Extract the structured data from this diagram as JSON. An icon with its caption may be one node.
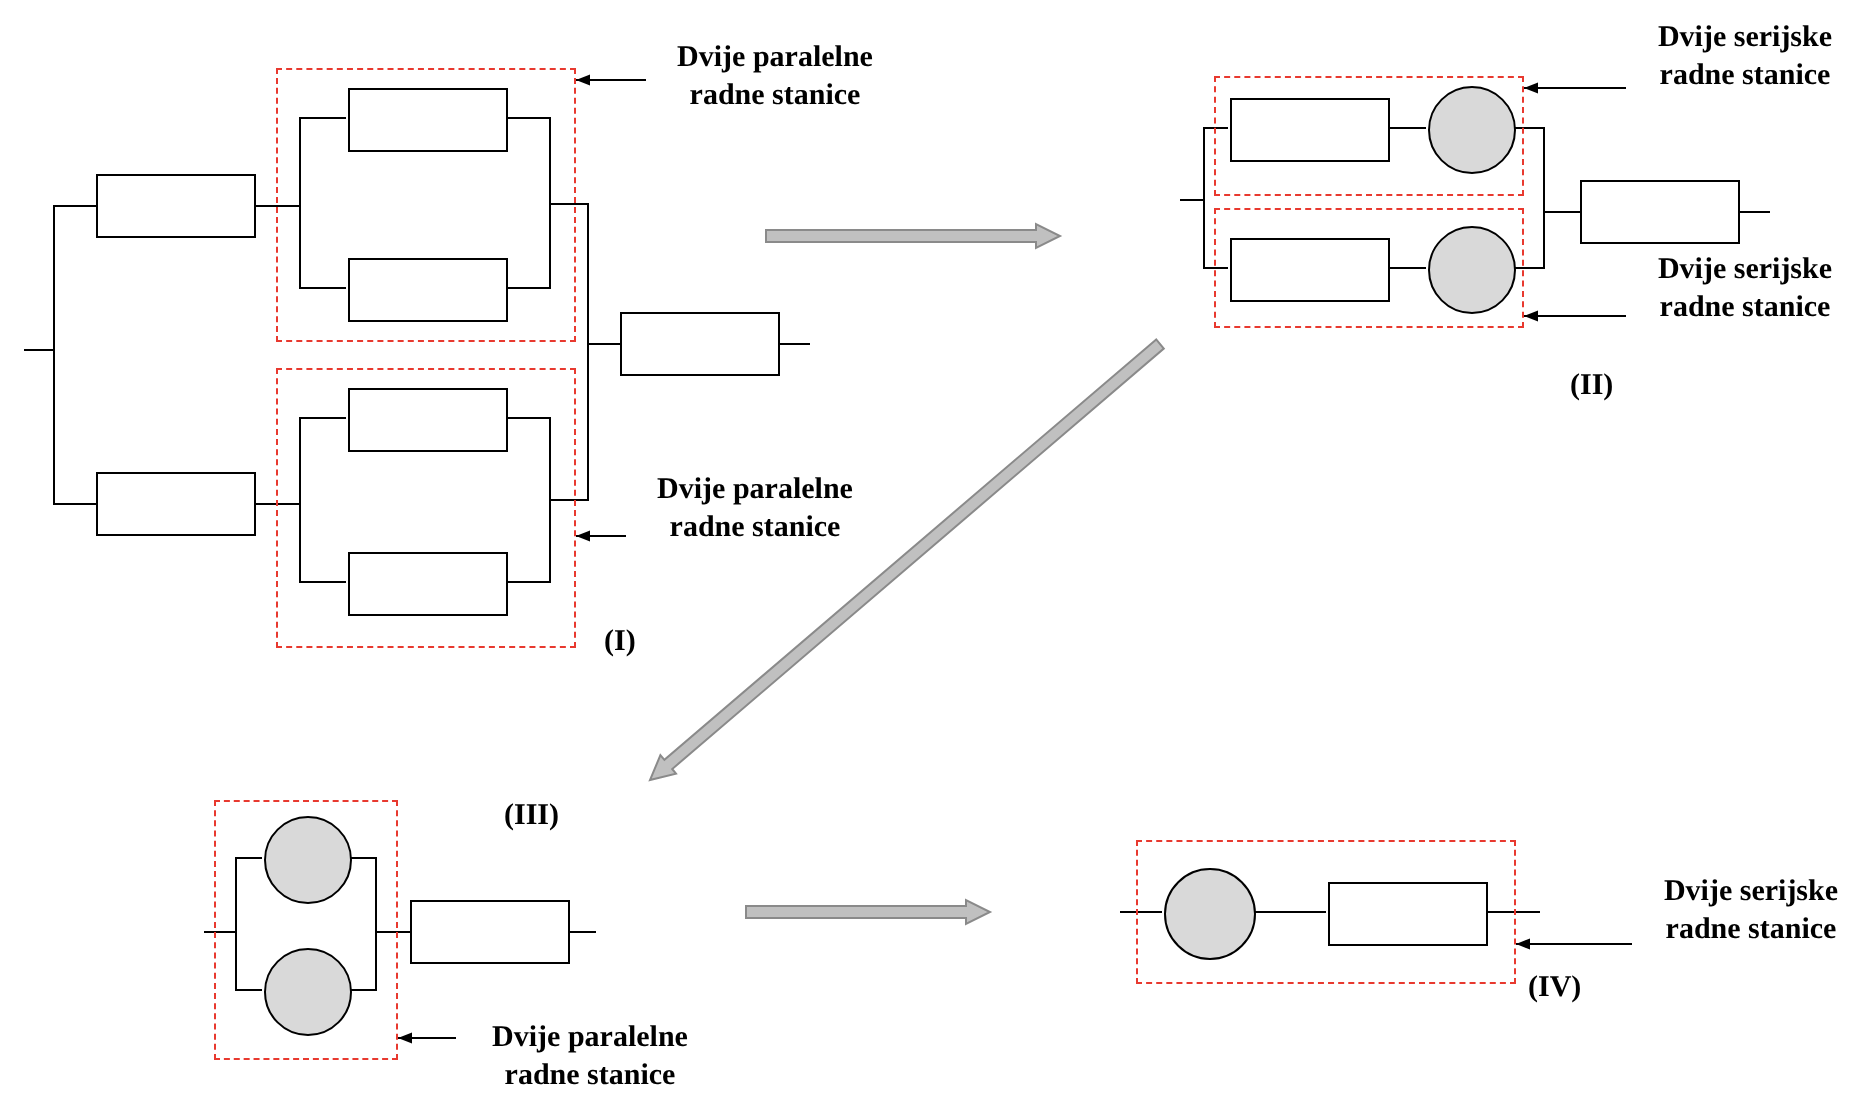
{
  "diagram": {
    "nodes": [
      {
        "text": [],
        "shape": "box"
      },
      {
        "text": [],
        "shape": "box"
      },
      {
        "text": [],
        "shape": "box"
      },
      {
        "text": [],
        "shape": "box",
        "in": 2
      },
      {
        "text": [],
        "shape": "box",
        "in": 2
      },
      {
        "text": [],
        "shape": "box"
      },
      {
        "text": [],
        "shape": "box",
        "in": 5
      },
      {
        "text": [],
        "shape": "box",
        "in": 5
      },
      {
        "text": [],
        "shape": "box"
      },
      {
        "text": [
          "Dvije paralelne radne stanice"
        ]
      },
      {
        "text": [
          "Dvije paralelne radne stanice"
        ]
      },
      {
        "text": [],
        "shape": "box"
      },
      {
        "text": [],
        "shape": "box",
        "in": 11
      },
      {
        "text": [],
        "shape": "circle",
        "in": 11
      },
      {
        "text": [],
        "shape": "box"
      },
      {
        "text": [],
        "shape": "box",
        "in": 14
      },
      {
        "text": [],
        "shape": "circle",
        "in": 14
      },
      {
        "text": [],
        "shape": "box"
      },
      {
        "text": [
          "Dvije serijske radne stanice"
        ]
      },
      {
        "text": [
          "Dvije serijske radne stanice"
        ]
      },
      {
        "text": [],
        "shape": "box"
      },
      {
        "text": [],
        "shape": "circle",
        "in": 20
      },
      {
        "text": [],
        "shape": "circle",
        "in": 20
      },
      {
        "text": [],
        "shape": "box"
      },
      {
        "text": [
          "Dvije paralelne radne stanice"
        ]
      },
      {
        "text": [],
        "shape": "box"
      },
      {
        "text": [],
        "shape": "circle",
        "in": 25
      },
      {
        "text": [],
        "shape": "box",
        "in": 25
      },
      {
        "text": [
          "Dvije serijske radne stanice"
        ]
      }
    ],
    "edges": [
      {
        "from": null,
        "to": 0,
        "arrow": "none"
      },
      {
        "from": null,
        "to": 1,
        "arrow": "none"
      },
      {
        "from": 0,
        "to": 3,
        "arrow": "none"
      },
      {
        "from": 0,
        "to": 4,
        "arrow": "none"
      },
      {
        "from": 1,
        "to": 6,
        "arrow": "none"
      },
      {
        "from": 1,
        "to": 7,
        "arrow": "none"
      },
      {
        "from": 3,
        "to": 8,
        "arrow": "none"
      },
      {
        "from": 4,
        "to": 8,
        "arrow": "none"
      },
      {
        "from": 6,
        "to": 8,
        "arrow": "none"
      },
      {
        "from": 7,
        "to": 8,
        "arrow": "none"
      },
      {
        "from": 8,
        "to": null,
        "arrow": "none"
      },
      {
        "from": 9,
        "to": 2,
        "arrow": "to"
      },
      {
        "from": 10,
        "to": 5,
        "arrow": "to"
      },
      {
        "from": null,
        "to": 12,
        "arrow": "none"
      },
      {
        "from": null,
        "to": 15,
        "arrow": "none"
      },
      {
        "from": 12,
        "to": 13,
        "arrow": "none"
      },
      {
        "from": 15,
        "to": 16,
        "arrow": "none"
      },
      {
        "from": 13,
        "to": 17,
        "arrow": "none"
      },
      {
        "from": 16,
        "to": 17,
        "arrow": "none"
      },
      {
        "from": 17,
        "to": null,
        "arrow": "none"
      },
      {
        "from": 18,
        "to": 11,
        "arrow": "to"
      },
      {
        "from": 19,
        "to": 14,
        "arrow": "to"
      },
      {
        "from": null,
        "to": 21,
        "arrow": "none"
      },
      {
        "from": null,
        "to": 22,
        "arrow": "none"
      },
      {
        "from": 21,
        "to": 23,
        "arrow": "none"
      },
      {
        "from": 22,
        "to": 23,
        "arrow": "none"
      },
      {
        "from": 23,
        "to": null,
        "arrow": "none"
      },
      {
        "from": 24,
        "to": 20,
        "arrow": "to"
      },
      {
        "from": null,
        "to": 26,
        "arrow": "none"
      },
      {
        "from": 26,
        "to": 27,
        "arrow": "none"
      },
      {
        "from": 27,
        "to": null,
        "arrow": "none"
      },
      {
        "from": 28,
        "to": 25,
        "arrow": "to"
      }
    ],
    "labels": [
      "(I)",
      "(II)",
      "(III)",
      "(IV)"
    ]
  }
}
